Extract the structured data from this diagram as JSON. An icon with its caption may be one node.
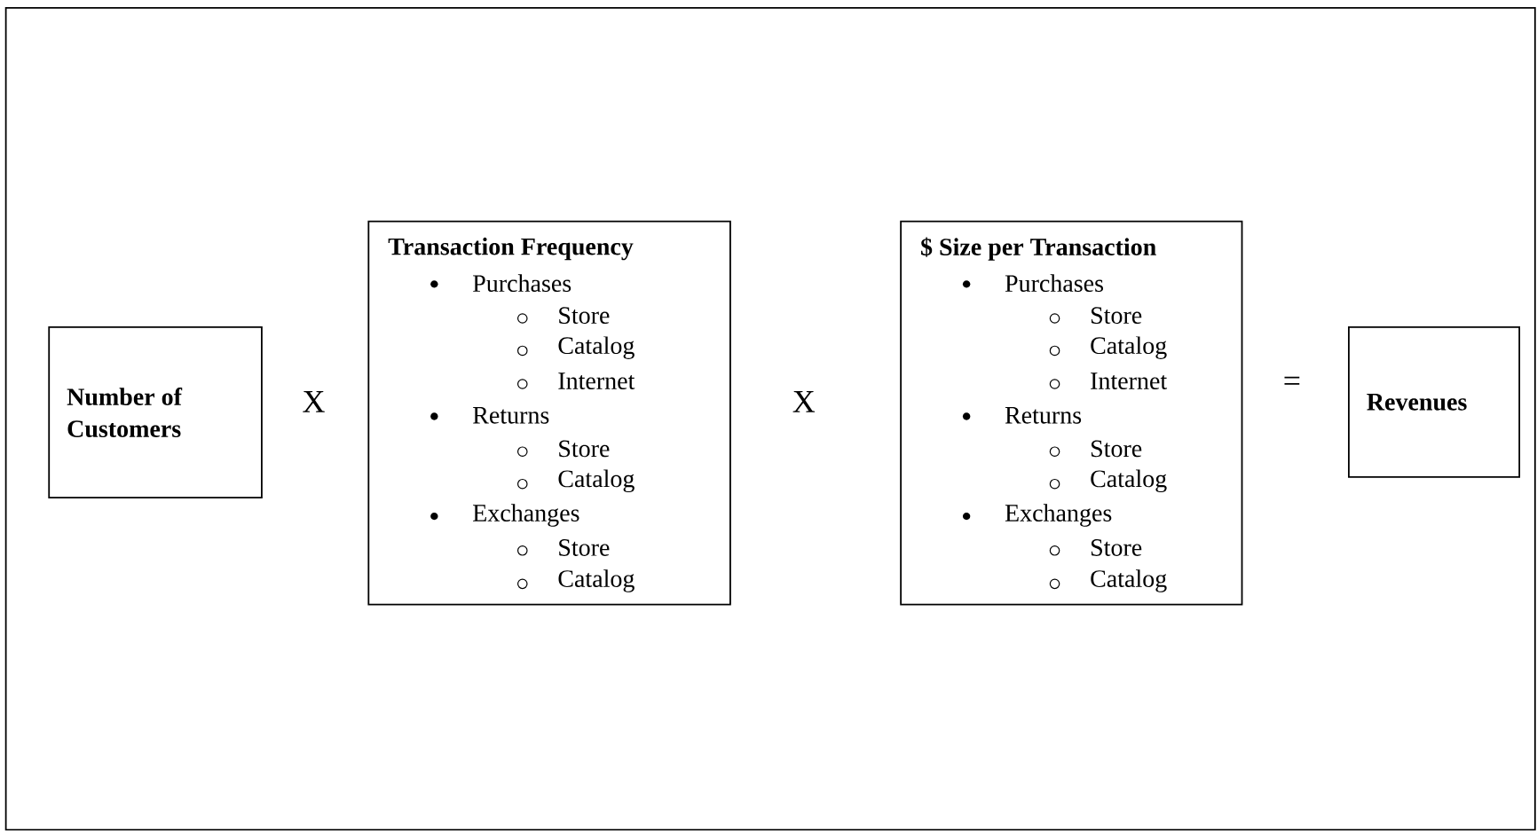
{
  "diagram": {
    "nodes": [
      {
        "text": [
          "Number of Customers"
        ]
      },
      {
        "text": [
          "Transaction Frequency",
          "Purchases",
          "Store",
          "Catalog",
          "Internet",
          "Returns",
          "Store",
          "Catalog",
          "Exchanges",
          "Store",
          "Catalog"
        ]
      },
      {
        "text": [
          "$ Size per Transaction",
          "Purchases",
          "Store",
          "Catalog",
          "Internet",
          "Returns",
          "Store",
          "Catalog",
          "Exchanges",
          "Store",
          "Catalog"
        ]
      },
      {
        "text": [
          "Revenues"
        ]
      }
    ],
    "labels": [
      "X",
      "X",
      "="
    ]
  }
}
